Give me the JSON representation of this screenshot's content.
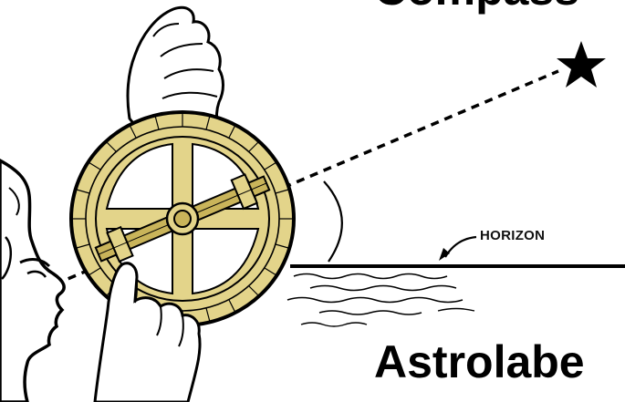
{
  "labels": {
    "title_top": "Compass",
    "title_bottom": "Astrolabe",
    "horizon": "HORIZON"
  },
  "colors": {
    "astrolabe_fill": "#e3d48a",
    "astrolabe_dark": "#c9b45a",
    "ink": "#000000",
    "skin": "#ffffff"
  },
  "icons": {
    "star": "star-icon",
    "angle_arc": "angle-arc",
    "astrolabe": "astrolabe-instrument"
  }
}
